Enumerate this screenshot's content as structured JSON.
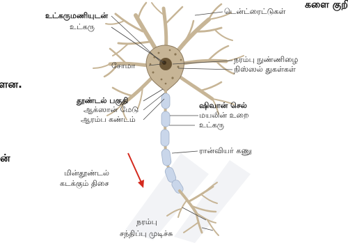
{
  "labels": {
    "nucleus_ribosomes": "உட்கருமணியுடன்",
    "nucleus": "உட்கரு",
    "dendrites": "டென்ட்ரைட்டுகள்",
    "soma": "சோமா",
    "neurofibrils": "நரம்பு நுண்ணிழை",
    "nissl": "நிஸ்ஸல் துகள்கள்",
    "trigger_zone": "தூண்டல் பகுதி",
    "axon_hillock": "ஆக்ஸான் மேடு",
    "initial_segment": "ஆரம்ப கண்டம்",
    "schwann_cell": "ஷிவான் செல்",
    "myelin_sheath": "மயலின் உறை",
    "schwann_nucleus": "உட்கரு",
    "node_ranvier": "ரான்வியர் கணு",
    "impulse_line1": "மின்தூண்டல்",
    "impulse_line2": "கடக்கும் திசை",
    "synaptic_line1": "நரம்பு",
    "synaptic_line2": "சந்திப்பு முடிச்சு"
  },
  "fragments": {
    "top": "களை குறி.",
    "mid": "ளன.",
    "left": "ன்"
  },
  "colors": {
    "neuron": "#c7b596",
    "neuron_outline": "#8c7a5e",
    "nucleus": "#6b5636",
    "myelin": "#c9d6ea",
    "arrow": "#d42a1e",
    "leader": "#444444"
  }
}
